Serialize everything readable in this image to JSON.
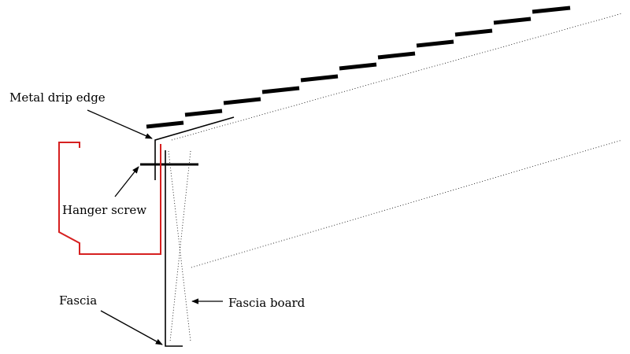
{
  "labels": {
    "drip_edge": "Metal drip edge",
    "hanger_screw": "Hanger screw",
    "fascia": "Fascia",
    "fascia_board": "Fascia board"
  },
  "colors": {
    "ink": "#000000",
    "gutter": "#d62020"
  }
}
